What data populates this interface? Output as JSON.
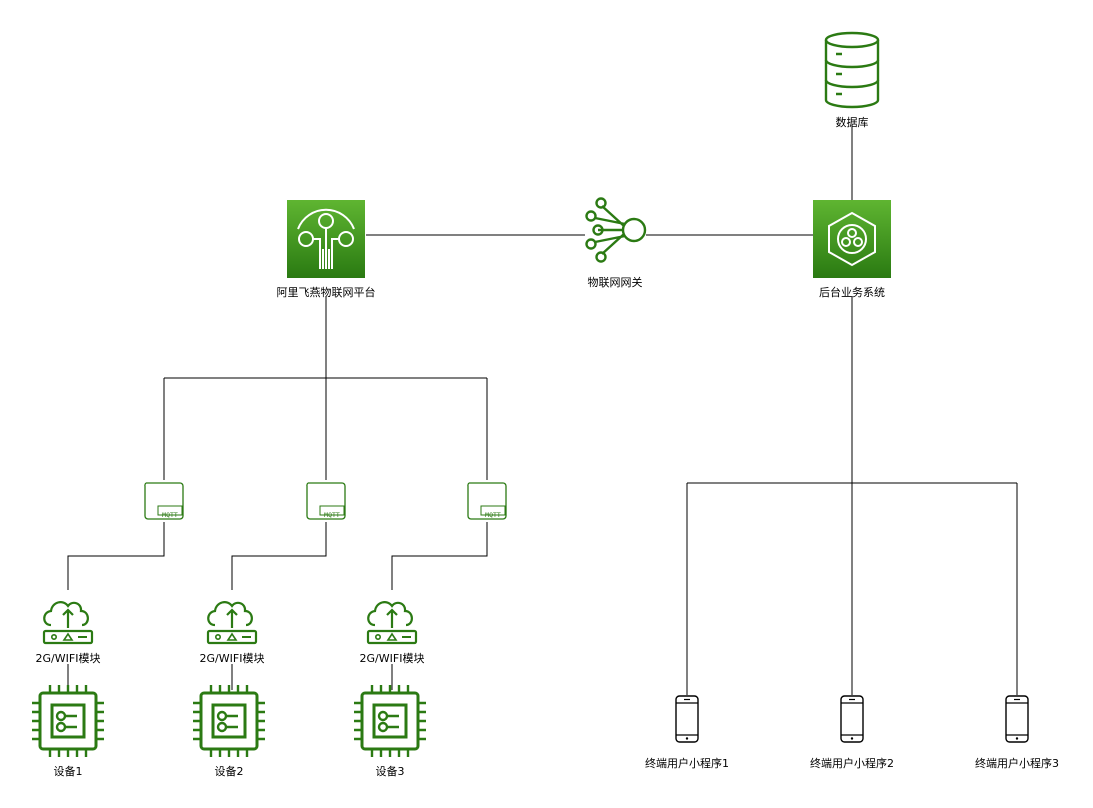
{
  "nodes": {
    "database": "数据库",
    "iot_platform": "阿里飞燕物联网平台",
    "gateway": "物联网网关",
    "backend": "后台业务系统",
    "mqtt_label": "MQTT",
    "modules": [
      "2G/WIFI模块",
      "2G/WIFI模块",
      "2G/WIFI模块"
    ],
    "devices": [
      "设备1",
      "设备2",
      "设备3"
    ],
    "clients": [
      "终端用户小程序1",
      "终端用户小程序2",
      "终端用户小程序3"
    ]
  },
  "colors": {
    "icon_green": "#2b7a13",
    "tile_top": "#5fb531",
    "tile_bottom": "#2a7a12",
    "line": "#000000"
  },
  "icons": {
    "database": "database-icon",
    "iot_platform": "iot-core-icon",
    "gateway": "gateway-hub-icon",
    "backend": "backend-service-icon",
    "mqtt": "mqtt-icon",
    "module": "cloud-upload-module-icon",
    "device": "chip-icon",
    "client": "mobile-phone-icon"
  }
}
